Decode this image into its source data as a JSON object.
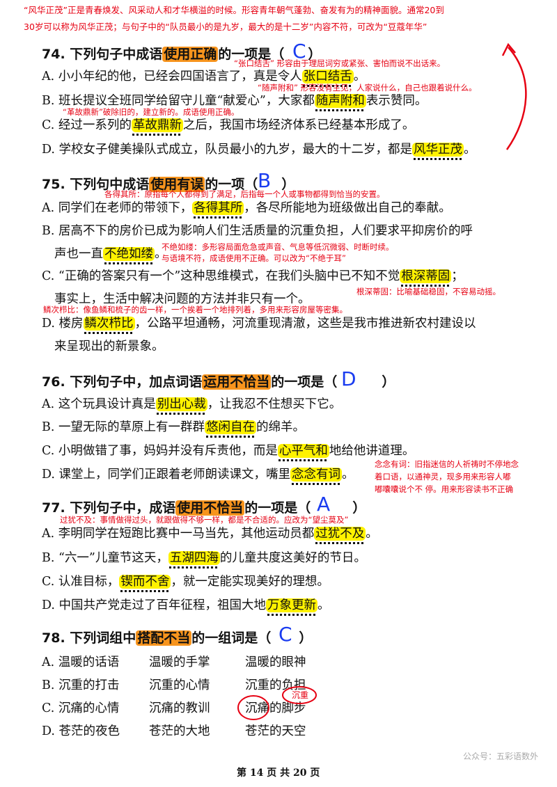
{
  "top_note": {
    "line1": "“风华正茂”正是青春焕发、风采动人和才华横溢的时候。形容青年朝气蓬勃、奋发有为的精神面貌。通常20到",
    "line2": "30岁可以称为风华正茂；与句子中的“队员最小的是九岁，最大的是十二岁”内容不符，可改为“豆蔻年华”"
  },
  "q74": {
    "title_pre": "74. 下列句子中成语",
    "title_hl": "使用正确",
    "title_post": "的一项是（",
    "title_end": "）",
    "answer": "C",
    "a_pre": "A. 小小年纪的他，已经会四国语言了，真是令人",
    "a_hl": "张口结舌",
    "a_post": "。",
    "note_a": "“张口结舌” 形容由于理屈词穷或紧张、害怕而说不出话来。",
    "note_b": "“随声附和” 形容没有主见，人家说什么，自己也跟着说什么。",
    "b_pre": "B. 班长提议全班同学给留守儿童“献爱心”，大家都",
    "b_hl": "随声附和",
    "b_post": "表示赞同。",
    "note_c": "“革故鼎新”破除旧的，建立新的。成语使用正确。",
    "c_pre": "C. 经过一系列的",
    "c_hl": "革故鼎新",
    "c_post": "之后，我国市场经济体系已经基本形成了。",
    "d_pre": "D. 学校女子健美操队式成立，队员最小的九岁，最大的十二岁，都是",
    "d_hl": "风华正茂",
    "d_post": "。"
  },
  "q75": {
    "title_pre": "75. 下列句中成语",
    "title_hl": "使用有误",
    "title_post": "的一项（",
    "title_end": "）",
    "answer": "B",
    "note_a": "各得其所：原指每个人都得到了满足，后指每一个人或事物都得到恰当的安置。",
    "a_pre": "A. 同学们在老师的带领下，",
    "a_hl": "各得其所",
    "a_post": "，各尽所能地为班级做出自己的奉献。",
    "b_line1": "B. 居高不下的房价已成为影响人们生活质量的沉重负担，人们要求平抑房价的呼",
    "b_pre": "声也一直",
    "b_hl": "不绝如缕",
    "b_post": "。",
    "note_b1": "不绝如缕：多形容局面危急或声音、气息等低沉微弱、时断时续。",
    "note_b2": "与语境不符，成语使用不正确。可以改为“不绝于耳”",
    "c_pre": "C. “正确的答案只有一个”这种思维模式，在我们头脑中已不知不觉",
    "c_hl": "根深蒂固",
    "c_post": "；",
    "c_line2": "事实上，生活中解决问题的方法并非只有一个。",
    "note_c": "根深蒂固：比喻基础稳固，不容易动摇。",
    "note_d": "鳞次栉比：像鱼鳞和梳子的齿一样，一个挨着一个地排列着，多用来形容房屋等密集。",
    "d_pre": "D. 楼房",
    "d_hl": "鳞次栉比",
    "d_post": "，公路平坦通畅，河流重现清澈，这些是我市推进新农村建设以",
    "d_line2": "来呈现出的新景象。"
  },
  "q76": {
    "title_pre": "76. 下列句子中，加点词语",
    "title_hl": "运用不恰当",
    "title_post": "的一项是（",
    "title_end": "）",
    "answer": "D",
    "a_pre": "A. 这个玩具设计真是",
    "a_hl": "别出心裁",
    "a_post": "，让我忍不住想买下它。",
    "b_pre": "B. 一望无际的草原上有一群群",
    "b_hl": "悠闲自在",
    "b_post": "的绵羊。",
    "c_pre": "C. 小明做错了事，妈妈并没有斥责他，而是",
    "c_hl": "心平气和",
    "c_post": "地给他讲道理。",
    "d_pre": "D. 课堂上，同学们正跟着老师朗读课文，嘴里",
    "d_hl": "念念有词",
    "d_post": "。",
    "note_d1": "念念有词：旧指迷信的人祈祷时不停地念",
    "note_d2": "着口语，以通神灵，现多用来形容人嘟",
    "note_d3": "嘟囔囔说个不 停。用来形容读书不正确"
  },
  "q77": {
    "title_pre": "77. 下列句子中，成语",
    "title_hl": "使用不恰当",
    "title_post": "的一项是（",
    "title_end": "）",
    "answer": "A",
    "note_a": "过犹不及：事情做得过头，就跟做得不够一样，都是不合适的。应改为“望尘莫及”",
    "a_pre": "A. 李明同学在短跑比赛中一马当先，其他运动员都",
    "a_hl": "过犹不及",
    "a_post": "。",
    "b_pre": "B. “六一”儿童节这天，",
    "b_hl": "五湖四海",
    "b_post": "的儿童共度这美好的节日。",
    "c_pre": "C. 认准目标，",
    "c_hl": "锲而不舍",
    "c_post": "，就一定能实现美好的理想。",
    "d_pre": "D. 中国共产党走过了百年征程，祖国大地",
    "d_hl": "万象更新",
    "d_post": "。"
  },
  "q78": {
    "title_pre": "78. 下列词组中",
    "title_hl": "搭配不当",
    "title_post": "的一组词是（",
    "title_end": "）",
    "answer": "C",
    "rows": [
      [
        "A. 温暖的话语",
        "温暖的手掌",
        "温暖的眼神"
      ],
      [
        "B. 沉重的打击",
        "沉重的心情",
        "沉重的负担"
      ],
      [
        "C. 沉痛的心情",
        "沉痛的教训",
        "沉痛的脚步"
      ],
      [
        "D. 苍茫的夜色",
        "苍茫的大地",
        "苍茫的天空"
      ]
    ],
    "correction": "沉重"
  },
  "footer": {
    "page": "第 14 页 共 20 页",
    "watermark": "公众号：五彩语数外"
  }
}
